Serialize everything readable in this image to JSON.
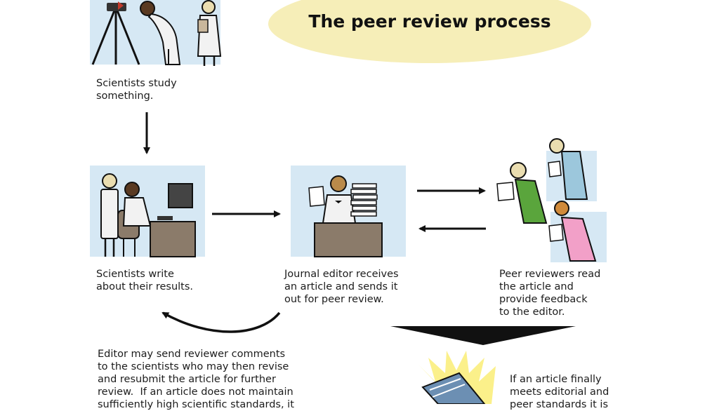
{
  "title": "The peer review process",
  "steps": {
    "study": "Scientists study\nsomething.",
    "write": "Scientists write\nabout their results.",
    "editor": "Journal editor receives\nan article and sends it\nout for peer review.",
    "reviewers": "Peer reviewers read\nthe article and\nprovide feedback\nto the editor.",
    "revise": "Editor may send reviewer comments\nto the scientists who may then revise\nand resubmit the article for further\nreview.  If an article does not maintain\nsufficiently high scientific standards, it",
    "publish": "If an article finally\nmeets editorial and\npeer standards it is"
  },
  "colors": {
    "title_bg": "#f6eeb8",
    "panel_bg": "#d6e8f4",
    "reviewer_green": "#5aa53c",
    "reviewer_blue": "#9cc7dc",
    "reviewer_pink": "#f2a0c8",
    "desk_brown": "#8b7b6a",
    "burst_yellow": "#fbf08a"
  }
}
